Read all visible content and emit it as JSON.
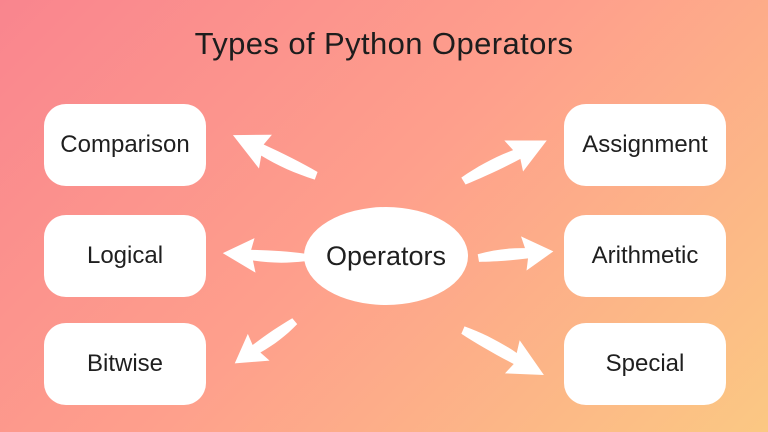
{
  "title": "Types of Python Operators",
  "center_node": {
    "label": "Operators"
  },
  "nodes": {
    "left": [
      {
        "label": "Comparison"
      },
      {
        "label": "Logical"
      },
      {
        "label": "Bitwise"
      }
    ],
    "right": [
      {
        "label": "Assignment"
      },
      {
        "label": "Arithmetic"
      },
      {
        "label": "Special"
      }
    ]
  },
  "arrows": [
    "arrow-to-comparison",
    "arrow-to-logical",
    "arrow-to-bitwise",
    "arrow-to-assignment",
    "arrow-to-arithmetic",
    "arrow-to-special"
  ],
  "colors": {
    "background_gradient_start": "#f9858e",
    "background_gradient_mid": "#fe9f8c",
    "background_gradient_end": "#fbc883",
    "node_fill": "#ffffff",
    "arrow_fill": "#ffffff",
    "text": "#1f1f1f"
  }
}
